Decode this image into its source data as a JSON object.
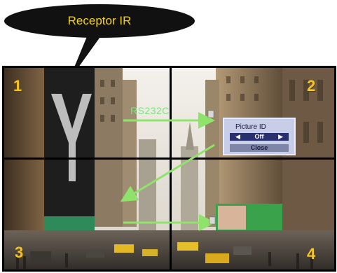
{
  "callout": {
    "label": "Receptor IR"
  },
  "quadrants": [
    "1",
    "2",
    "3",
    "4"
  ],
  "connection_label": "RS232C",
  "osd": {
    "title": "Picture  ID",
    "value": "Off",
    "left_arrow": "◀",
    "right_arrow": "▶",
    "close_label": "Close"
  },
  "colors": {
    "callout_bg": "#111111",
    "callout_text": "#f2d21b",
    "number": "#f7c51f",
    "arrow": "#8fe36a",
    "grid": "#000000"
  }
}
